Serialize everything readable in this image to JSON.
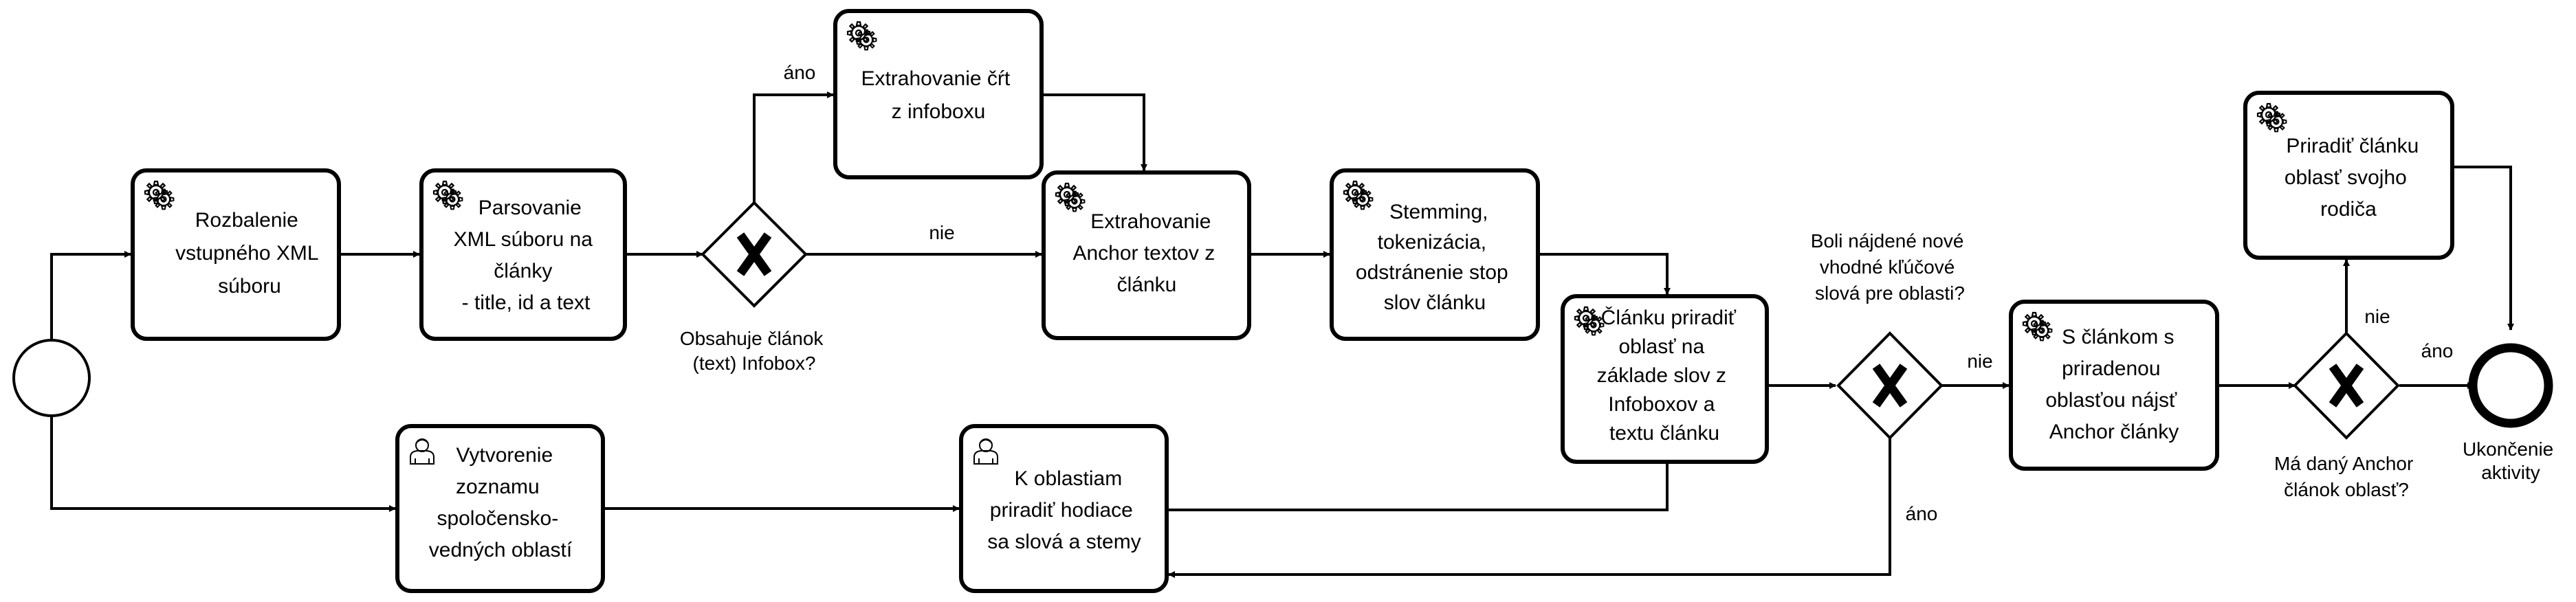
{
  "start_event": {},
  "tasks": {
    "unpack": [
      "Rozbalenie",
      "vstupného XML",
      "súboru"
    ],
    "parse": [
      "Parsovanie",
      "XML súboru na",
      "články",
      "- title, id a text"
    ],
    "extract_features": [
      "Extrahovanie čŕt",
      "z infoboxu"
    ],
    "extract_anchor": [
      "Extrahovanie",
      "Anchor textov z",
      "článku"
    ],
    "stemming": [
      "Stemming,",
      "tokenizácia,",
      "odstránenie stop",
      "slov článku"
    ],
    "assign_area": [
      "Článku priradiť",
      "oblasť na",
      "základe slov z",
      "Infoboxov a",
      "textu článku"
    ],
    "find_anchor": [
      "S článkom s",
      "priradenou",
      "oblasťou nájsť",
      "Anchor články"
    ],
    "parent_area": [
      "Priradiť článku",
      "oblasť svojho",
      "rodiča"
    ],
    "create_list": [
      "Vytvorenie",
      "zoznamu",
      "spoločensko-",
      "vedných oblastí"
    ],
    "assign_rating": [
      "K oblastiam",
      "priradiť hodiace",
      "sa slová a stemy"
    ]
  },
  "gateways": {
    "infobox": {
      "question": [
        "Obsahuje článok",
        "(text) Infobox?"
      ],
      "yes": "áno",
      "no": "nie"
    },
    "keywords": {
      "question": [
        "Boli nájdené nové",
        "vhodné kľúčové",
        "slová pre oblasti?"
      ],
      "yes": "áno",
      "no": "nie"
    },
    "anchor": {
      "question": [
        "Má daný Anchor",
        "článok oblasť?"
      ],
      "yes": "áno",
      "no": "nie"
    }
  },
  "end_event": {
    "label": [
      "Ukončenie",
      "aktivity"
    ]
  },
  "icons": {
    "service_task": "gear-icon",
    "user_task": "user-icon",
    "gateway_marker": "x-icon"
  }
}
